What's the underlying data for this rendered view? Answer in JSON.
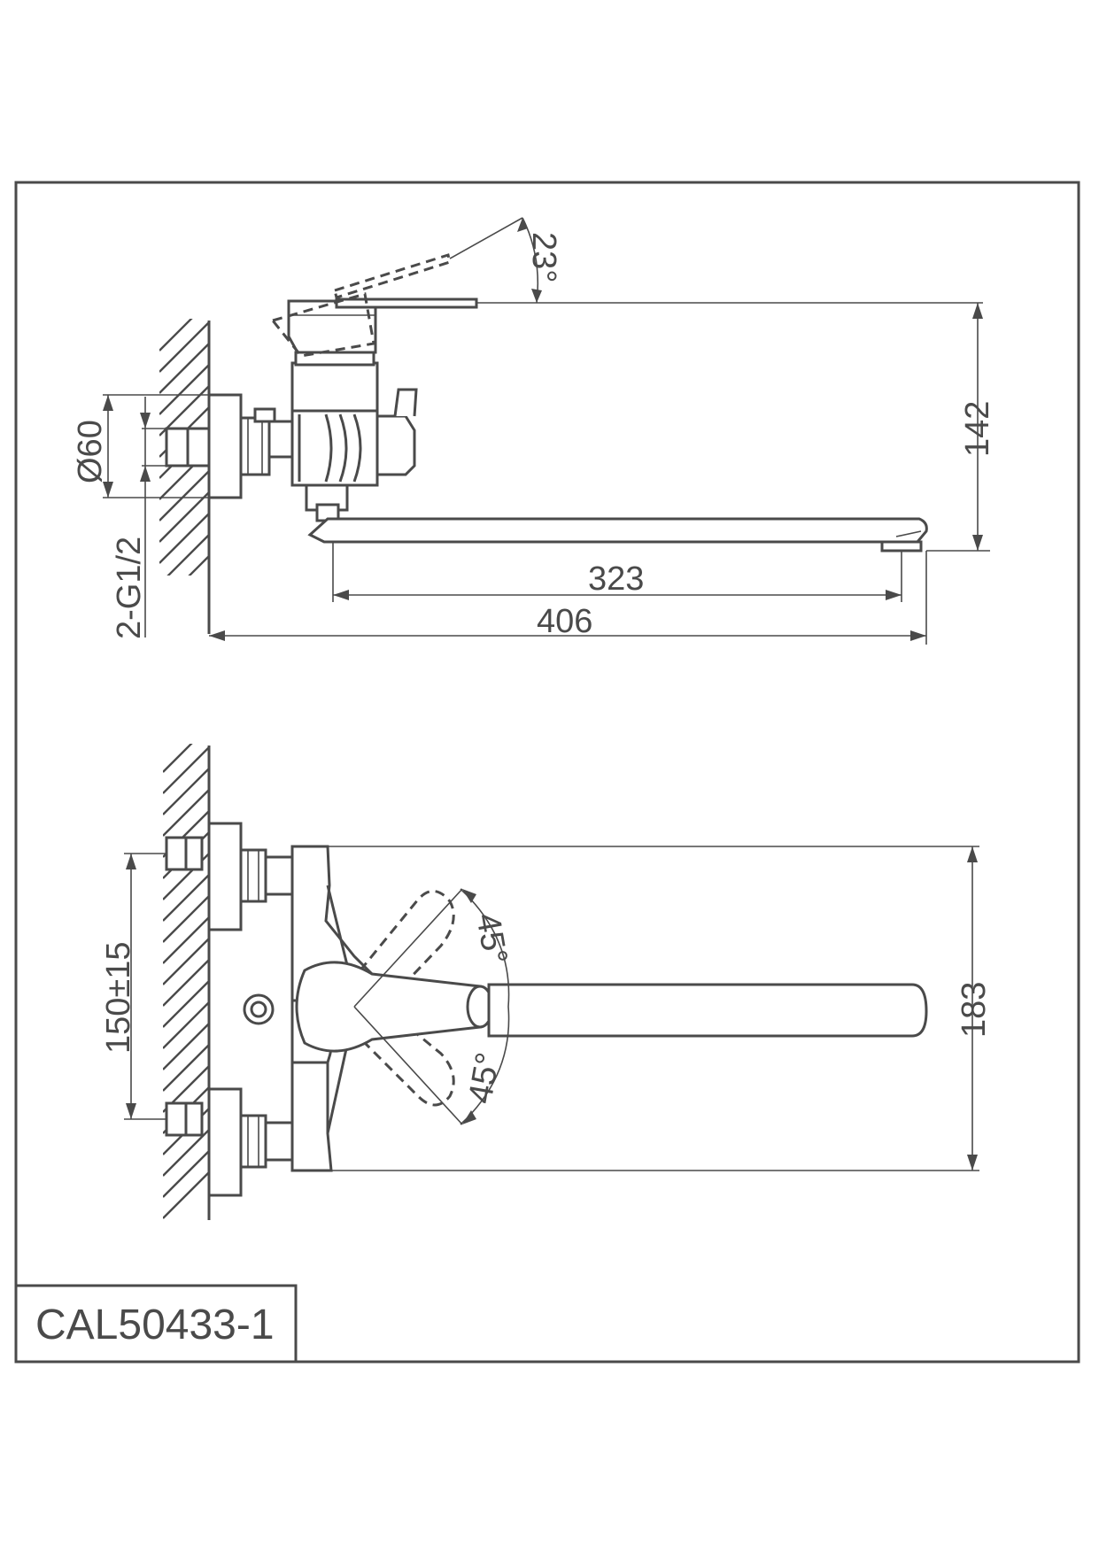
{
  "drawing": {
    "model_number": "CAL50433-1",
    "side_view": {
      "dim_handle_angle": "23°",
      "dim_height": "142",
      "dim_flange": "Ø60",
      "dim_connection": "2-G1/2",
      "dim_spout_reach": "323",
      "dim_total_length": "406"
    },
    "top_view": {
      "dim_center_distance": "150±15",
      "dim_width": "183",
      "dim_swing_upper": "45°",
      "dim_swing_lower": "45°"
    }
  },
  "colors": {
    "line": "#4a4a4a",
    "background": "#ffffff"
  }
}
